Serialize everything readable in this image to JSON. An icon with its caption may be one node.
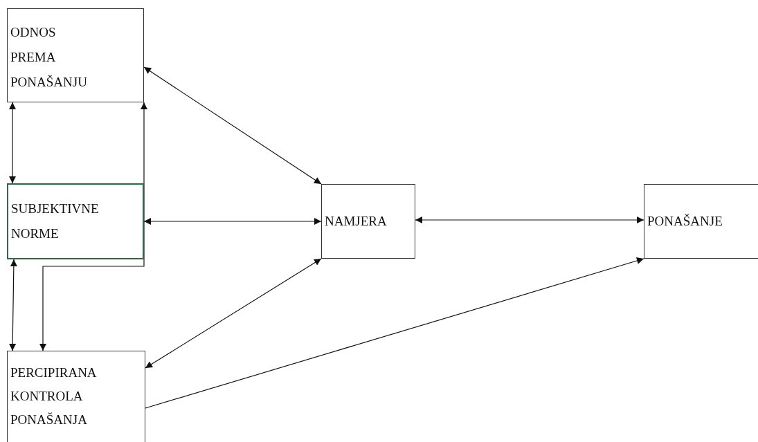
{
  "diagram": {
    "nodes": [
      {
        "text": [
          "ODNOS PREMA PONAŠANJU"
        ]
      },
      {
        "text": [
          "SUBJEKTIVNE NORME"
        ]
      },
      {
        "text": [
          "NAMJERA"
        ]
      },
      {
        "text": [
          "PONAŠANJE"
        ]
      },
      {
        "text": [
          "PERCIPIRANA KONTROLA PONAŠANJA"
        ]
      }
    ],
    "edges": [
      {
        "from": 0,
        "to": 2,
        "arrow": "both"
      },
      {
        "from": 0,
        "to": 1,
        "arrow": "both"
      },
      {
        "from": 4,
        "to": 0,
        "arrow": "both"
      },
      {
        "from": 1,
        "to": 2,
        "arrow": "both"
      },
      {
        "from": 1,
        "to": 4,
        "arrow": "both"
      },
      {
        "from": 2,
        "to": 3,
        "arrow": "both"
      },
      {
        "from": 2,
        "to": 4,
        "arrow": "both"
      },
      {
        "from": 4,
        "to": 3,
        "arrow": "to"
      }
    ]
  }
}
